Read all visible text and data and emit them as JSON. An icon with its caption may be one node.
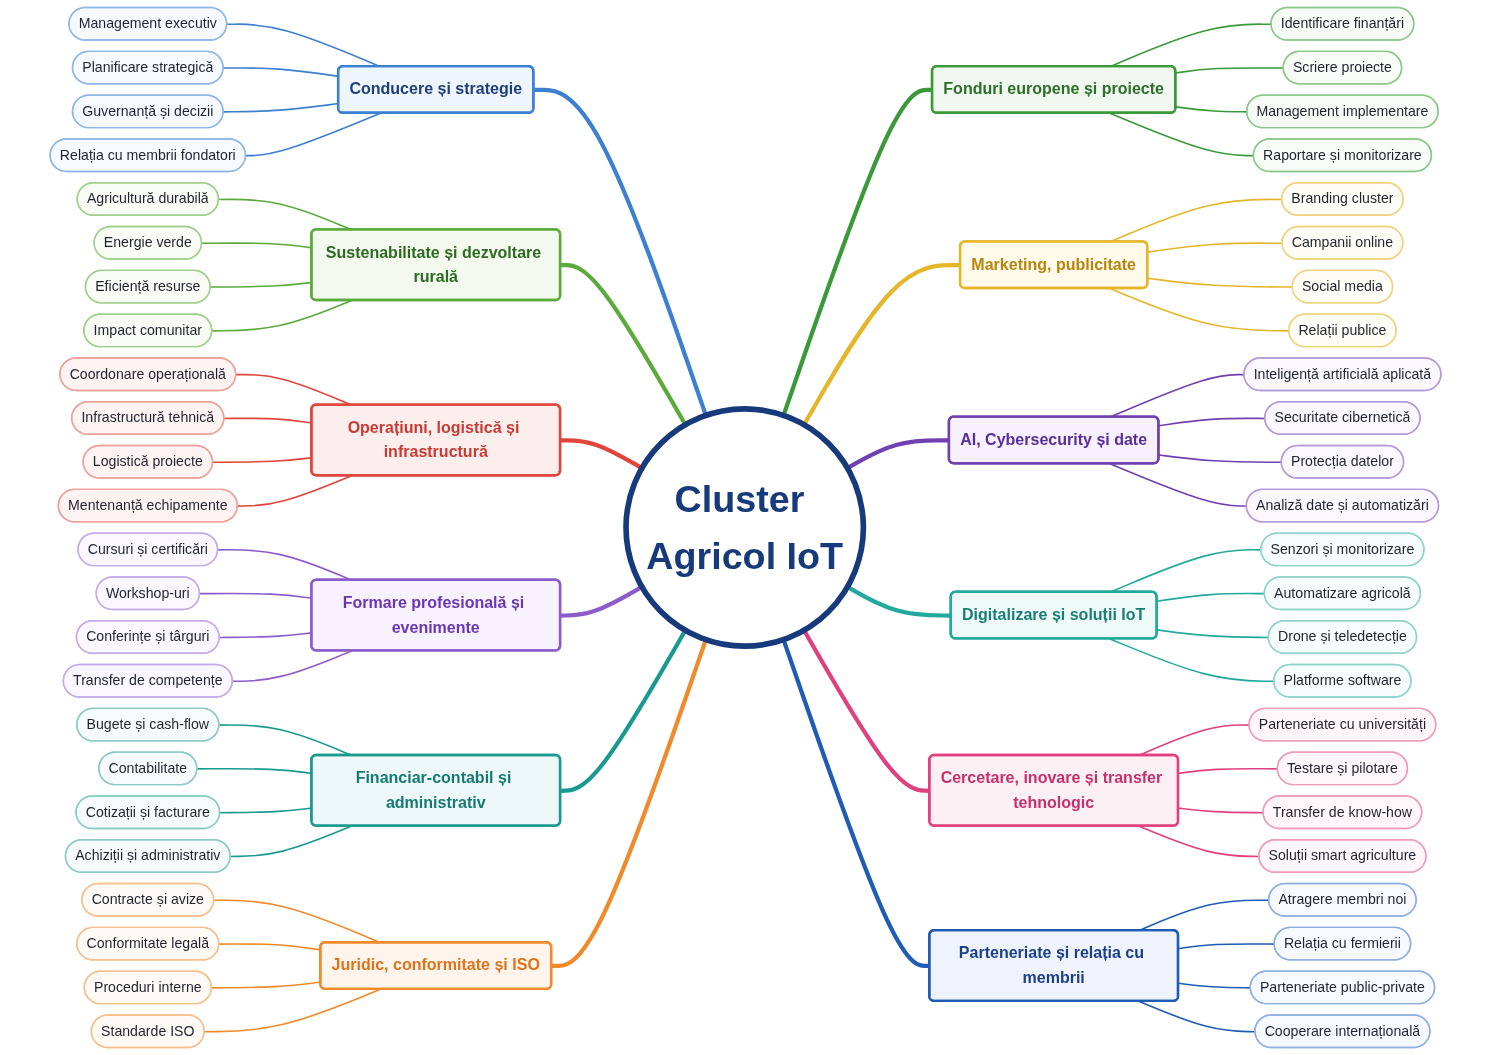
{
  "diagram": {
    "nodes": [
      {
        "text": [
          "Cluster Agricol IoT"
        ]
      },
      {
        "text": [
          "Conducere și strategie"
        ]
      },
      {
        "text": [
          "Management executiv"
        ]
      },
      {
        "text": [
          "Planificare strategică"
        ]
      },
      {
        "text": [
          "Guvernanță și decizii"
        ]
      },
      {
        "text": [
          "Relația cu membrii fondatori"
        ]
      },
      {
        "text": [
          "Fonduri europene și proiecte"
        ]
      },
      {
        "text": [
          "Identificare finanțări"
        ]
      },
      {
        "text": [
          "Scriere proiecte"
        ]
      },
      {
        "text": [
          "Management implementare"
        ]
      },
      {
        "text": [
          "Raportare și monitorizare"
        ]
      },
      {
        "text": [
          "Sustenabilitate și dezvoltare rurală"
        ]
      },
      {
        "text": [
          "Agricultură durabilă"
        ]
      },
      {
        "text": [
          "Energie verde"
        ]
      },
      {
        "text": [
          "Eficiență resurse"
        ]
      },
      {
        "text": [
          "Impact comunitar"
        ]
      },
      {
        "text": [
          "Marketing, publicitate"
        ]
      },
      {
        "text": [
          "Branding cluster"
        ]
      },
      {
        "text": [
          "Campanii online"
        ]
      },
      {
        "text": [
          "Social media"
        ]
      },
      {
        "text": [
          "Relații publice"
        ]
      },
      {
        "text": [
          "Operațiuni, logistică și infrastructură"
        ]
      },
      {
        "text": [
          "Coordonare operațională"
        ]
      },
      {
        "text": [
          "Infrastructură tehnică"
        ]
      },
      {
        "text": [
          "Logistică proiecte"
        ]
      },
      {
        "text": [
          "Mentenanță echipamente"
        ]
      },
      {
        "text": [
          "AI, Cybersecurity și date"
        ]
      },
      {
        "text": [
          "Inteligență artificială aplicată"
        ]
      },
      {
        "text": [
          "Securitate cibernetică"
        ]
      },
      {
        "text": [
          "Protecția datelor"
        ]
      },
      {
        "text": [
          "Analiză date și automatizări"
        ]
      },
      {
        "text": [
          "Formare profesională și evenimente"
        ]
      },
      {
        "text": [
          "Cursuri și certificări"
        ]
      },
      {
        "text": [
          "Workshop-uri"
        ]
      },
      {
        "text": [
          "Conferințe și târguri"
        ]
      },
      {
        "text": [
          "Transfer de competențe"
        ]
      },
      {
        "text": [
          "Digitalizare și soluții IoT"
        ]
      },
      {
        "text": [
          "Senzori și monitorizare"
        ]
      },
      {
        "text": [
          "Automatizare agricolă"
        ]
      },
      {
        "text": [
          "Drone și teledetecție"
        ]
      },
      {
        "text": [
          "Platforme software"
        ]
      },
      {
        "text": [
          "Financiar-contabil și administrativ"
        ]
      },
      {
        "text": [
          "Bugete și cash-flow"
        ]
      },
      {
        "text": [
          "Contabilitate"
        ]
      },
      {
        "text": [
          "Cotizații și facturare"
        ]
      },
      {
        "text": [
          "Achiziții și administrativ"
        ]
      },
      {
        "text": [
          "Cercetare, inovare și transfer tehnologic"
        ]
      },
      {
        "text": [
          "Parteneriate cu universități"
        ]
      },
      {
        "text": [
          "Testare și pilotare"
        ]
      },
      {
        "text": [
          "Transfer de know-how"
        ]
      },
      {
        "text": [
          "Soluții smart agriculture"
        ]
      },
      {
        "text": [
          "Juridic, conformitate și ISO"
        ]
      },
      {
        "text": [
          "Contracte și avize"
        ]
      },
      {
        "text": [
          "Conformitate legală"
        ]
      },
      {
        "text": [
          "Proceduri interne"
        ]
      },
      {
        "text": [
          "Standarde ISO"
        ]
      },
      {
        "text": [
          "Parteneriate și relația cu membrii"
        ]
      },
      {
        "text": [
          "Atragere membri noi"
        ]
      },
      {
        "text": [
          "Relația cu fermierii"
        ]
      },
      {
        "text": [
          "Parteneriate public-private"
        ]
      },
      {
        "text": [
          "Cooperare internațională"
        ]
      }
    ],
    "edges": [
      {
        "from": 1,
        "to": 0,
        "arrow": "none",
        "style": "thick",
        "color": "#3d7fd1"
      },
      {
        "from": 2,
        "to": 1,
        "arrow": "none",
        "color": "#3d7fd1"
      },
      {
        "from": 3,
        "to": 1,
        "arrow": "none",
        "color": "#3d7fd1"
      },
      {
        "from": 4,
        "to": 1,
        "arrow": "none",
        "color": "#3d7fd1"
      },
      {
        "from": 5,
        "to": 1,
        "arrow": "none",
        "color": "#3d7fd1"
      },
      {
        "from": 0,
        "to": 6,
        "arrow": "none",
        "style": "thick",
        "color": "#3a9a3a"
      },
      {
        "from": 6,
        "to": 7,
        "arrow": "none",
        "color": "#3a9a3a"
      },
      {
        "from": 6,
        "to": 8,
        "arrow": "none",
        "color": "#3a9a3a"
      },
      {
        "from": 6,
        "to": 9,
        "arrow": "none",
        "color": "#3a9a3a"
      },
      {
        "from": 6,
        "to": 10,
        "arrow": "none",
        "color": "#3a9a3a"
      },
      {
        "from": 11,
        "to": 0,
        "arrow": "none",
        "style": "thick",
        "color": "#5aaa3c"
      },
      {
        "from": 12,
        "to": 11,
        "arrow": "none",
        "color": "#5aaa3c"
      },
      {
        "from": 13,
        "to": 11,
        "arrow": "none",
        "color": "#5aaa3c"
      },
      {
        "from": 14,
        "to": 11,
        "arrow": "none",
        "color": "#5aaa3c"
      },
      {
        "from": 15,
        "to": 11,
        "arrow": "none",
        "color": "#5aaa3c"
      },
      {
        "from": 0,
        "to": 16,
        "arrow": "none",
        "style": "thick",
        "color": "#e5b52a"
      },
      {
        "from": 16,
        "to": 17,
        "arrow": "none",
        "color": "#e5b52a"
      },
      {
        "from": 16,
        "to": 18,
        "arrow": "none",
        "color": "#e5b52a"
      },
      {
        "from": 16,
        "to": 19,
        "arrow": "none",
        "color": "#e5b52a"
      },
      {
        "from": 16,
        "to": 20,
        "arrow": "none",
        "color": "#e5b52a"
      },
      {
        "from": 21,
        "to": 0,
        "arrow": "none",
        "style": "thick",
        "color": "#e0443a"
      },
      {
        "from": 22,
        "to": 21,
        "arrow": "none",
        "color": "#e0443a"
      },
      {
        "from": 23,
        "to": 21,
        "arrow": "none",
        "color": "#e0443a"
      },
      {
        "from": 24,
        "to": 21,
        "arrow": "none",
        "color": "#e0443a"
      },
      {
        "from": 25,
        "to": 21,
        "arrow": "none",
        "color": "#e0443a"
      },
      {
        "from": 0,
        "to": 26,
        "arrow": "none",
        "style": "thick",
        "color": "#7040b0"
      },
      {
        "from": 26,
        "to": 27,
        "arrow": "none",
        "color": "#7040b0"
      },
      {
        "from": 26,
        "to": 28,
        "arrow": "none",
        "color": "#7040b0"
      },
      {
        "from": 26,
        "to": 29,
        "arrow": "none",
        "color": "#7040b0"
      },
      {
        "from": 26,
        "to": 30,
        "arrow": "none",
        "color": "#7040b0"
      },
      {
        "from": 31,
        "to": 0,
        "arrow": "none",
        "style": "thick",
        "color": "#8c5ccc"
      },
      {
        "from": 32,
        "to": 31,
        "arrow": "none",
        "color": "#8c5ccc"
      },
      {
        "from": 33,
        "to": 31,
        "arrow": "none",
        "color": "#8c5ccc"
      },
      {
        "from": 34,
        "to": 31,
        "arrow": "none",
        "color": "#8c5ccc"
      },
      {
        "from": 35,
        "to": 31,
        "arrow": "none",
        "color": "#8c5ccc"
      },
      {
        "from": 0,
        "to": 36,
        "arrow": "none",
        "style": "thick",
        "color": "#21a99b"
      },
      {
        "from": 36,
        "to": 37,
        "arrow": "none",
        "color": "#21a99b"
      },
      {
        "from": 36,
        "to": 38,
        "arrow": "none",
        "color": "#21a99b"
      },
      {
        "from": 36,
        "to": 39,
        "arrow": "none",
        "color": "#21a99b"
      },
      {
        "from": 36,
        "to": 40,
        "arrow": "none",
        "color": "#21a99b"
      },
      {
        "from": 41,
        "to": 0,
        "arrow": "none",
        "style": "thick",
        "color": "#1a9a8f"
      },
      {
        "from": 42,
        "to": 41,
        "arrow": "none",
        "color": "#1a9a8f"
      },
      {
        "from": 43,
        "to": 41,
        "arrow": "none",
        "color": "#1a9a8f"
      },
      {
        "from": 44,
        "to": 41,
        "arrow": "none",
        "color": "#1a9a8f"
      },
      {
        "from": 45,
        "to": 41,
        "arrow": "none",
        "color": "#1a9a8f"
      },
      {
        "from": 0,
        "to": 46,
        "arrow": "none",
        "style": "thick",
        "color": "#e0407e"
      },
      {
        "from": 46,
        "to": 47,
        "arrow": "none",
        "color": "#e0407e"
      },
      {
        "from": 46,
        "to": 48,
        "arrow": "none",
        "color": "#e0407e"
      },
      {
        "from": 46,
        "to": 49,
        "arrow": "none",
        "color": "#e0407e"
      },
      {
        "from": 46,
        "to": 50,
        "arrow": "none",
        "color": "#e0407e"
      },
      {
        "from": 51,
        "to": 0,
        "arrow": "none",
        "style": "thick",
        "color": "#f08a2a"
      },
      {
        "from": 52,
        "to": 51,
        "arrow": "none",
        "color": "#f08a2a"
      },
      {
        "from": 53,
        "to": 51,
        "arrow": "none",
        "color": "#f08a2a"
      },
      {
        "from": 54,
        "to": 51,
        "arrow": "none",
        "color": "#f08a2a"
      },
      {
        "from": 55,
        "to": 51,
        "arrow": "none",
        "color": "#f08a2a"
      },
      {
        "from": 0,
        "to": 56,
        "arrow": "none",
        "style": "thick",
        "color": "#1f5cb5"
      },
      {
        "from": 56,
        "to": 57,
        "arrow": "none",
        "color": "#1f5cb5"
      },
      {
        "from": 56,
        "to": 58,
        "arrow": "none",
        "color": "#1f5cb5"
      },
      {
        "from": 56,
        "to": 59,
        "arrow": "none",
        "color": "#1f5cb5"
      },
      {
        "from": 56,
        "to": 60,
        "arrow": "none",
        "color": "#1f5cb5"
      }
    ]
  }
}
